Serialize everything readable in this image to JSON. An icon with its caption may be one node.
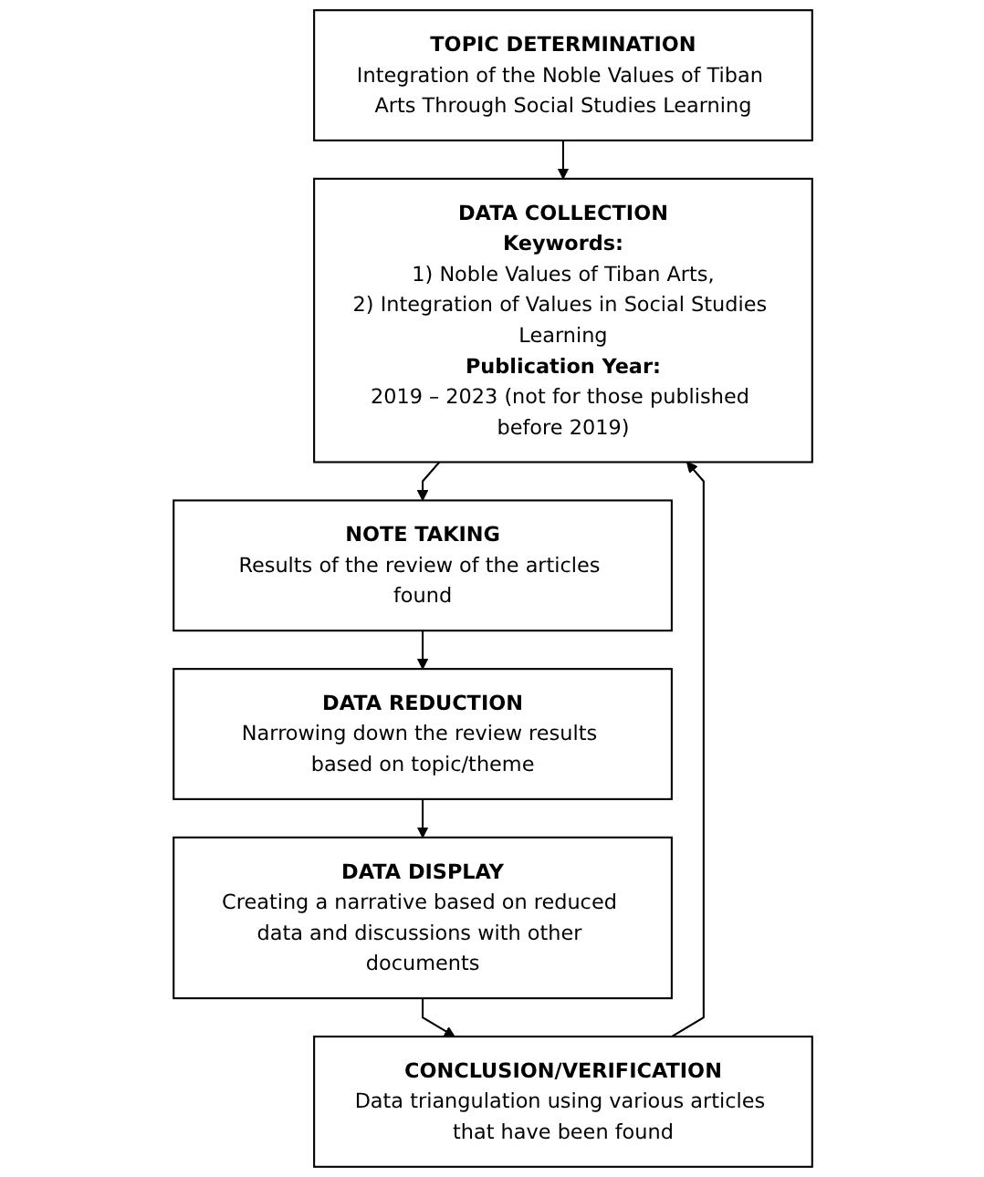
{
  "diagram": {
    "nodes": [
      {
        "text": [
          "TOPIC DETERMINATION",
          "Integration of the Noble Values of Tiban Arts Through Social Studies Learning"
        ]
      },
      {
        "text": [
          "DATA COLLECTION",
          "Keywords:",
          "1) Noble Values of Tiban Arts,",
          "2) Integration of Values in Social Studies Learning",
          "Publication Year:",
          "2019 – 2023 (not for those published before 2019)"
        ]
      },
      {
        "text": [
          "NOTE TAKING",
          "Results of the review of the articles found"
        ]
      },
      {
        "text": [
          "DATA REDUCTION",
          "Narrowing down the review results based on topic/theme"
        ]
      },
      {
        "text": [
          "DATA DISPLAY",
          "Creating a narrative based on reduced data and discussions with other documents"
        ]
      },
      {
        "text": [
          "CONCLUSION/VERIFICATION",
          "Data triangulation using various articles that have been found"
        ]
      }
    ],
    "edges": [
      {
        "from": 0,
        "to": 1,
        "arrow": "to"
      },
      {
        "from": 1,
        "to": 2,
        "arrow": "to"
      },
      {
        "from": 2,
        "to": 3,
        "arrow": "to"
      },
      {
        "from": 3,
        "to": 4,
        "arrow": "to"
      },
      {
        "from": 4,
        "to": 5,
        "arrow": "to"
      },
      {
        "from": 5,
        "to": 1,
        "arrow": "to"
      }
    ]
  }
}
